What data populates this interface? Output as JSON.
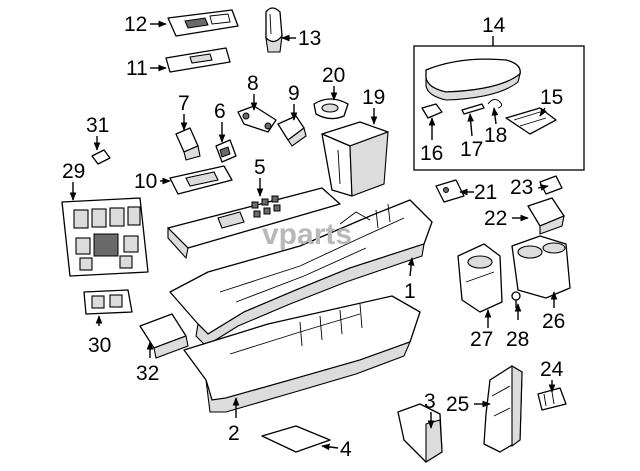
{
  "watermark": "vparts",
  "callouts": {
    "c1": "1",
    "c2": "2",
    "c3": "3",
    "c4": "4",
    "c5": "5",
    "c6": "6",
    "c7": "7",
    "c8": "8",
    "c9": "9",
    "c10": "10",
    "c11": "11",
    "c12": "12",
    "c13": "13",
    "c14": "14",
    "c15": "15",
    "c16": "16",
    "c17": "17",
    "c18": "18",
    "c19": "19",
    "c20": "20",
    "c21": "21",
    "c22": "22",
    "c23": "23",
    "c24": "24",
    "c25": "25",
    "c26": "26",
    "c27": "27",
    "c28": "28",
    "c29": "29",
    "c30": "30",
    "c31": "31",
    "c32": "32"
  }
}
